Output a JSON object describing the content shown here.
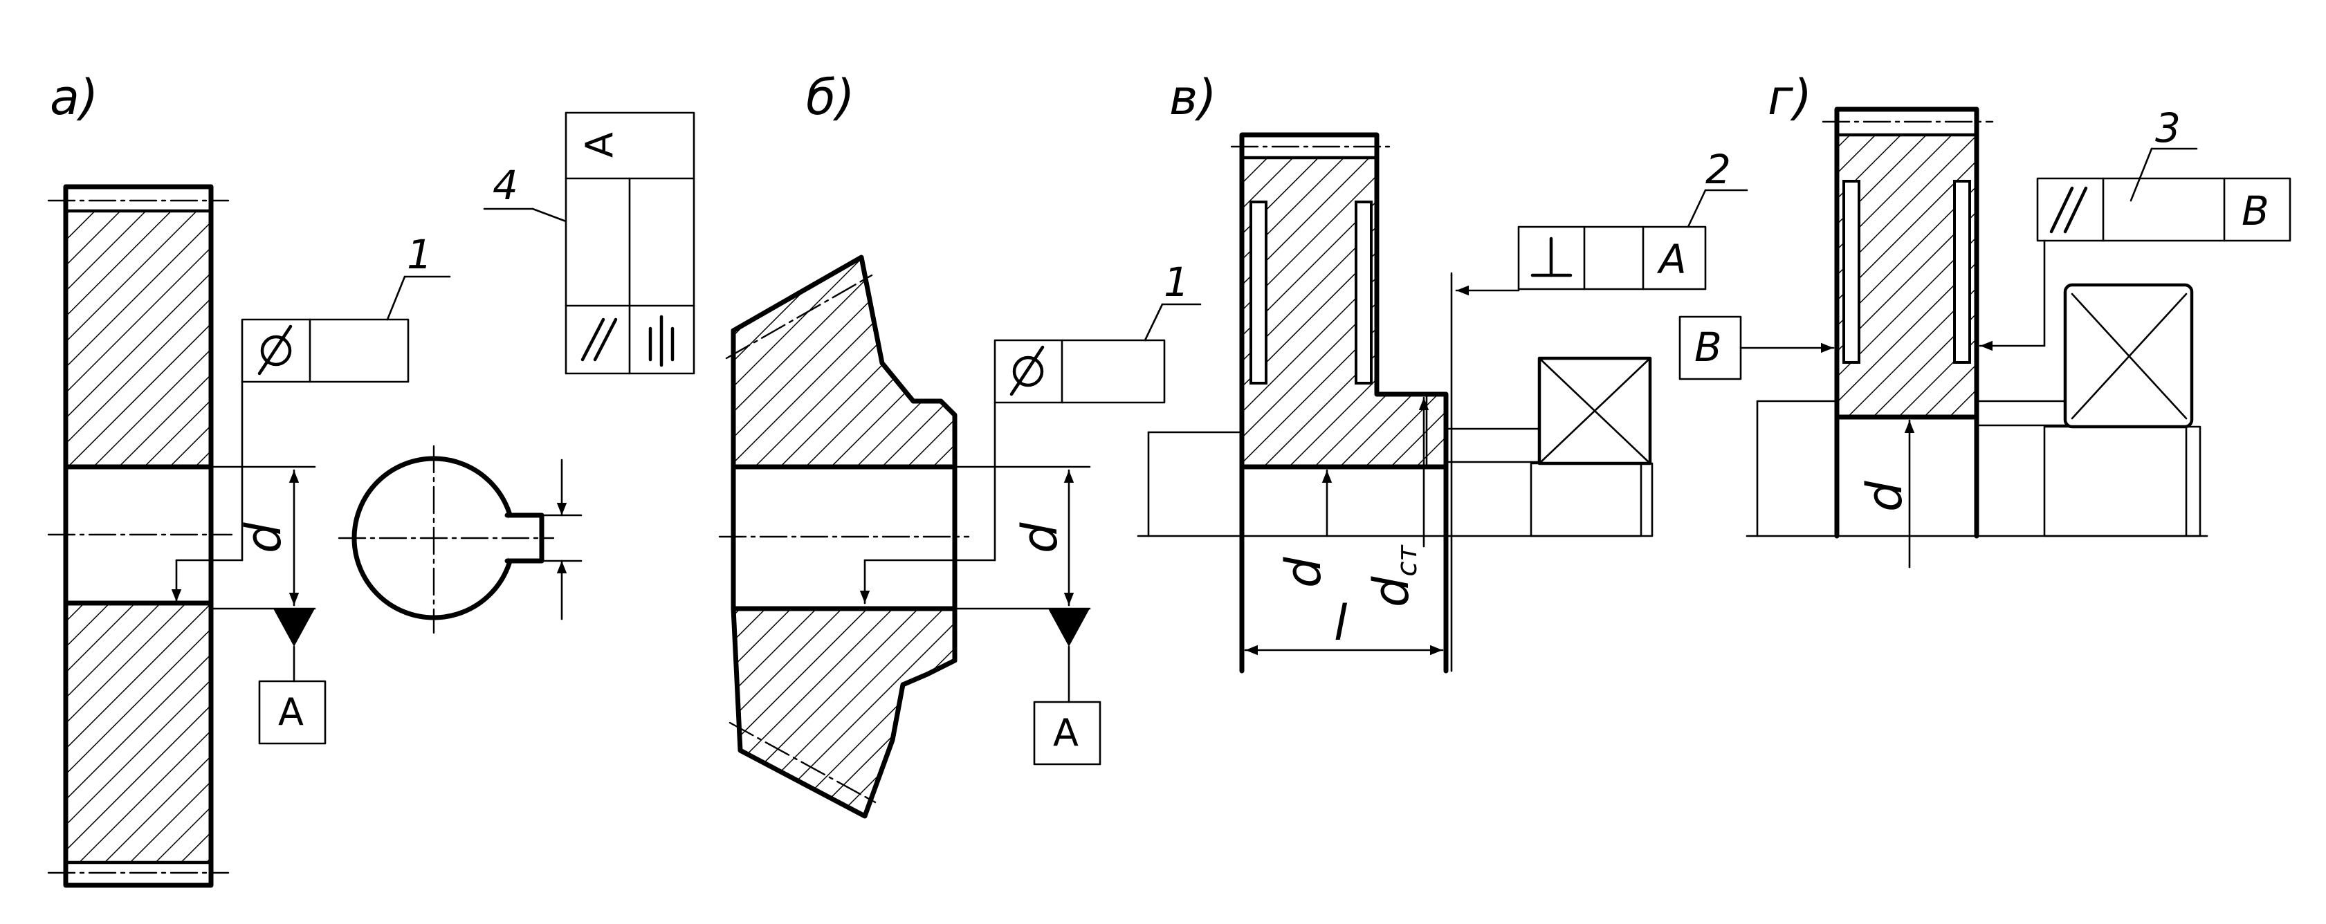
{
  "views": {
    "a": {
      "caption": "а)",
      "callout_1": "1",
      "callout_4": "4",
      "dim_d": "d",
      "datum": "A",
      "datum_top": "A"
    },
    "b": {
      "caption": "б)",
      "callout_1": "1",
      "dim_d": "d",
      "datum": "A"
    },
    "v": {
      "caption": "в)",
      "callout_2": "2",
      "frame_datum": "A",
      "dim_d": "d",
      "dim_dst": "d",
      "dim_dst_sub": "ст",
      "dim_l": "l"
    },
    "g": {
      "caption": "г)",
      "callout_3": "3",
      "frame_datum": "B",
      "datum": "B",
      "dim_d": "d"
    }
  },
  "symbols": {
    "cylindricity": "cylindricity-symbol",
    "parallelism": "parallelism-symbol",
    "perpendicularity": "perpendicularity-symbol",
    "symmetry": "symmetry-symbol"
  }
}
